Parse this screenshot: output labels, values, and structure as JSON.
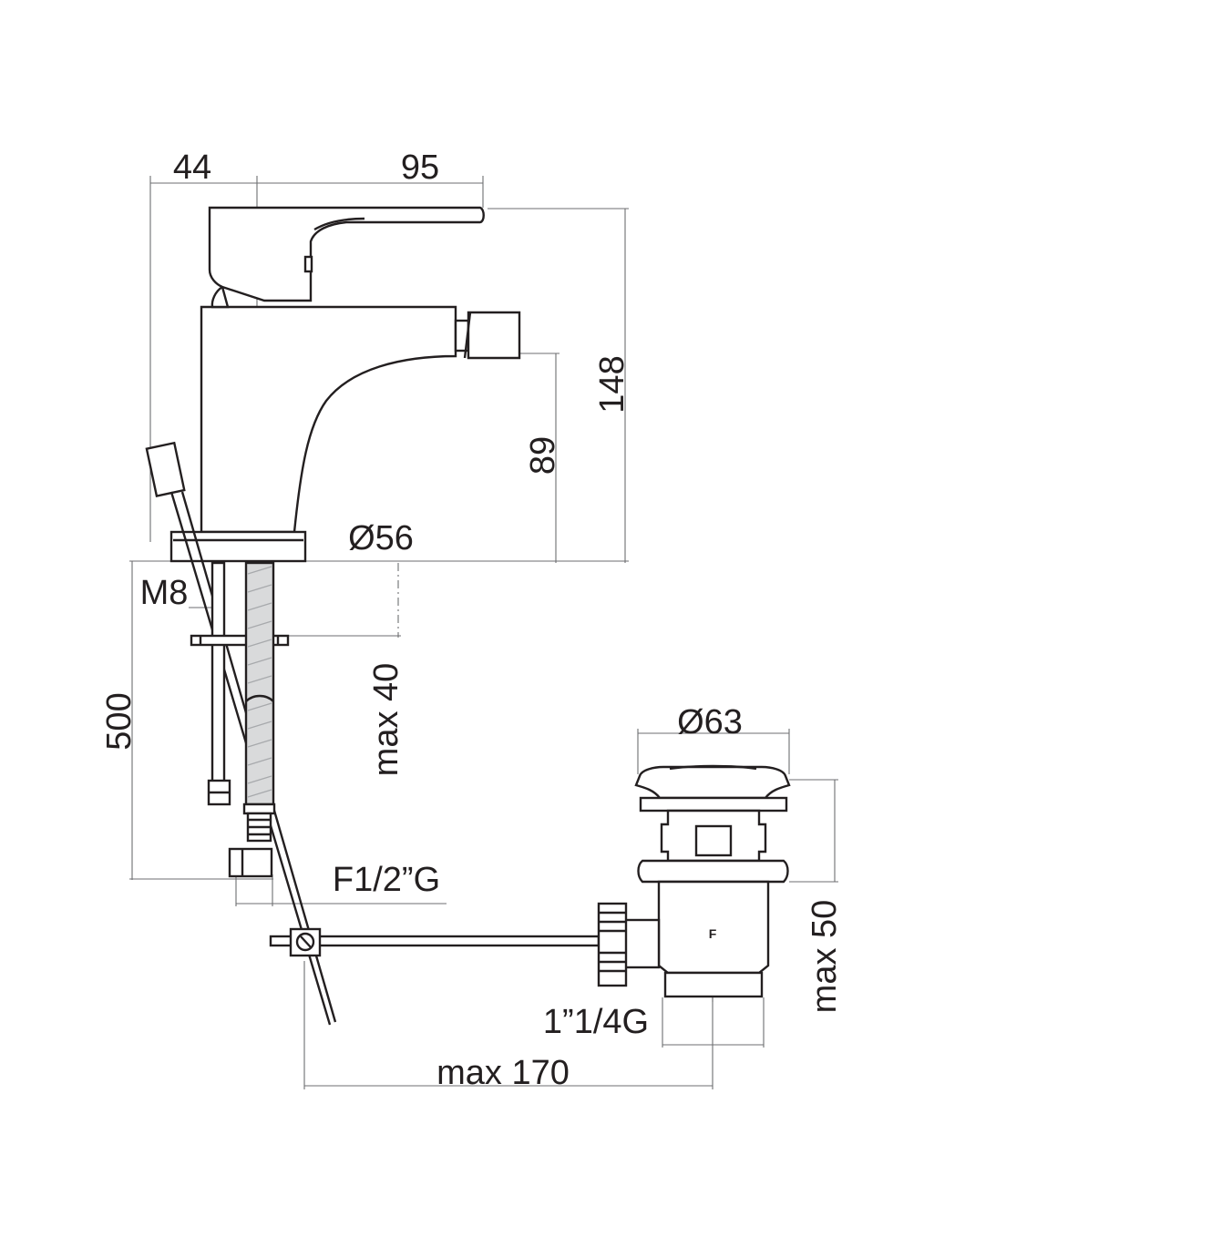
{
  "dimensions": {
    "d44": "44",
    "d95": "95",
    "d148": "148",
    "d89": "89",
    "d56": "Ø56",
    "m8": "M8",
    "d500": "500",
    "max40": "max 40",
    "f12g": "F1/2”G",
    "d63": "Ø63",
    "max50": "max 50",
    "g114": "1”1/4G",
    "max170": "max 170"
  },
  "labels": {
    "waste_marking": "F"
  },
  "colors": {
    "line": "#231f20",
    "dimension_line": "#6d6e71",
    "hose_braid": "#a7a9ac"
  }
}
